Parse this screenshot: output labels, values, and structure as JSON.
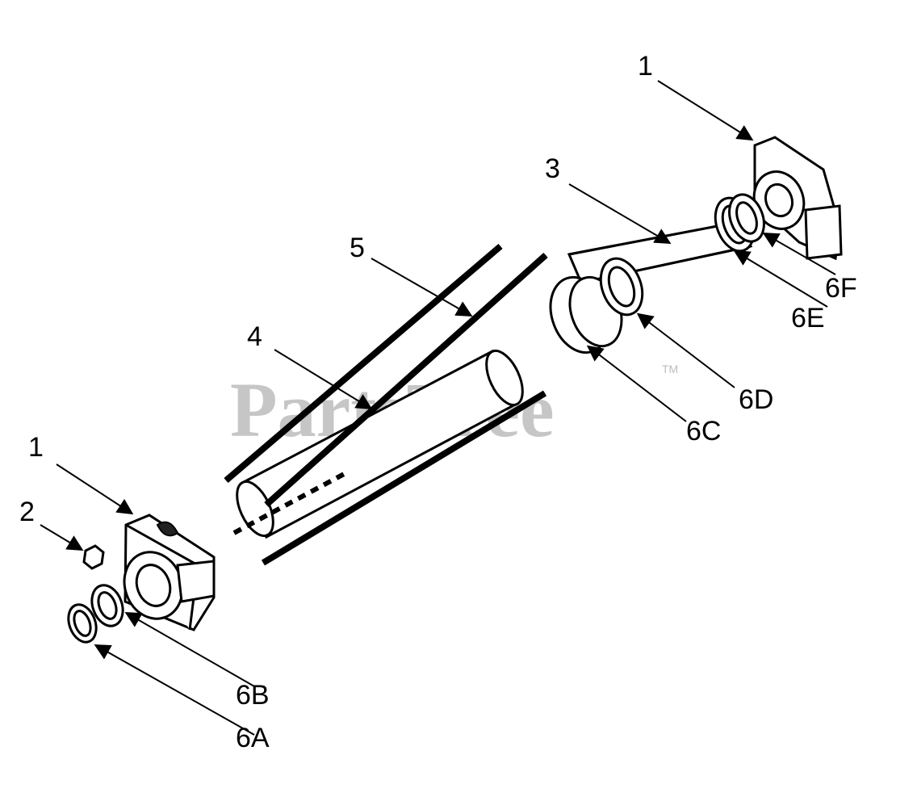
{
  "watermark": {
    "text": "PartsTree",
    "trademark": "TM"
  },
  "colors": {
    "line": "#000000",
    "background": "#ffffff",
    "watermark": "#bdbdbd"
  },
  "callouts": {
    "part_1_top": "1",
    "part_1_bottom": "1",
    "part_2": "2",
    "part_3": "3",
    "part_4": "4",
    "part_5": "5",
    "part_6A": "6A",
    "part_6B": "6B",
    "part_6C": "6C",
    "part_6D": "6D",
    "part_6E": "6E",
    "part_6F": "6F"
  }
}
